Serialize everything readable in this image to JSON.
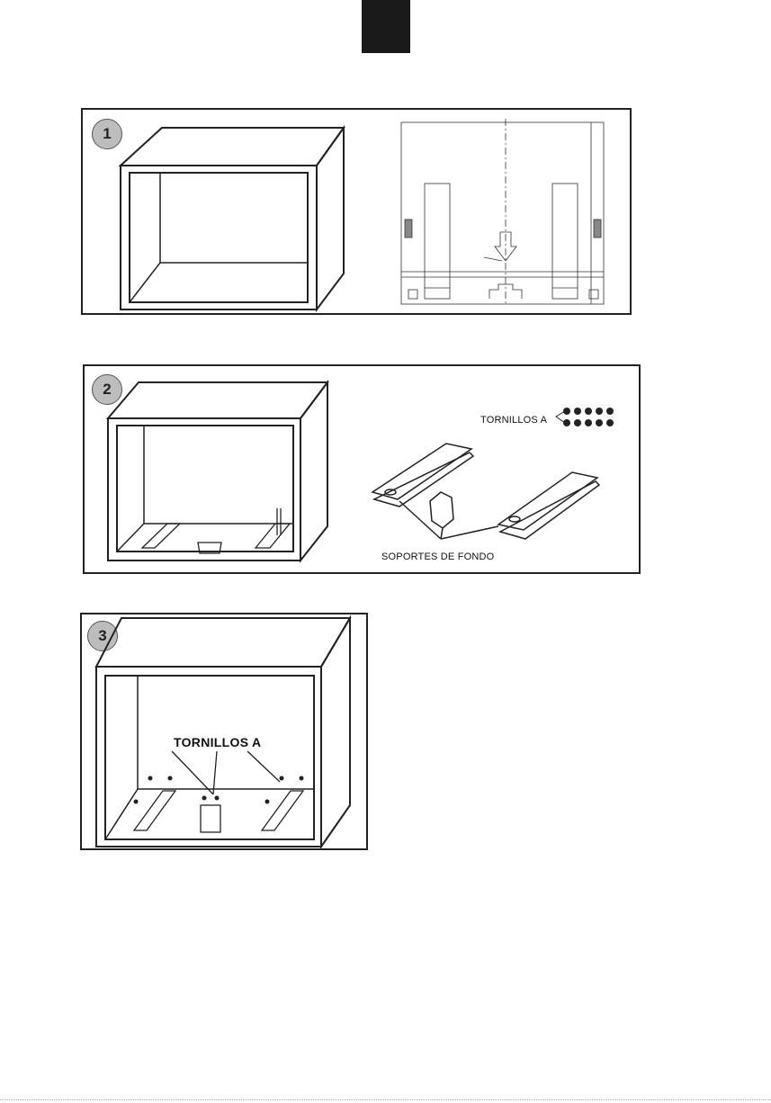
{
  "steps": [
    {
      "number": "1"
    },
    {
      "number": "2",
      "screws_label": "TORNILLOS A",
      "supports_label": "SOPORTES DE FONDO"
    },
    {
      "number": "3",
      "screws_label": "TORNILLOS A"
    }
  ],
  "colors": {
    "tab": "#1a1a1a",
    "badge": "#bdbdbd",
    "line": "#222222"
  }
}
